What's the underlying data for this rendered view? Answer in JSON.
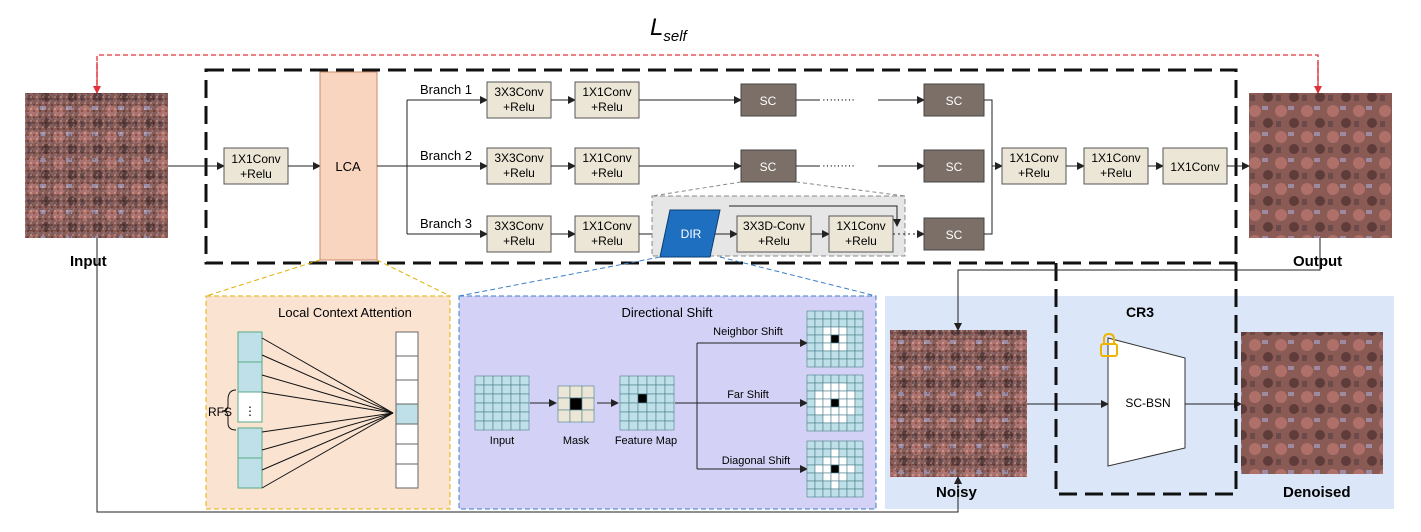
{
  "loss": {
    "main": "L",
    "sub": "self"
  },
  "images": {
    "input": "Input",
    "output": "Output",
    "noisy": "Noisy",
    "denoised": "Denoised"
  },
  "branches": [
    {
      "label": "Branch 1",
      "conv3": [
        "3X3Conv",
        "+Relu"
      ],
      "conv1": [
        "1X1Conv",
        "+Relu"
      ],
      "sc": "SC",
      "sc_end": "SC",
      "dots": "·········"
    },
    {
      "label": "Branch 2",
      "conv3": [
        "3X3Conv",
        "+Relu"
      ],
      "conv1": [
        "1X1Conv",
        "+Relu"
      ],
      "sc": "SC",
      "sc_end": "SC",
      "dots": "·········"
    },
    {
      "label": "Branch 3",
      "conv3": [
        "3X3Conv",
        "+Relu"
      ],
      "conv1": [
        "1X1Conv",
        "+Relu"
      ],
      "sc_end": "SC"
    }
  ],
  "pre_conv": [
    "1X1Conv",
    "+Relu"
  ],
  "lca": "LCA",
  "dir_block": {
    "dir": "DIR",
    "conv3d": [
      "3X3D-Conv",
      "+Relu"
    ],
    "conv1": [
      "1X1Conv",
      "+Relu"
    ]
  },
  "post": [
    [
      "1X1Conv",
      "+Relu"
    ],
    [
      "1X1Conv",
      "+Relu"
    ],
    [
      "1X1Conv"
    ]
  ],
  "lca_panel": {
    "title": "Local Context Attention",
    "rfs": "RFS"
  },
  "shift_panel": {
    "title": "Directional Shift",
    "input": "Input",
    "mask": "Mask",
    "feature_map": "Feature Map",
    "neighbor": "Neighbor Shift",
    "far": "Far Shift",
    "diagonal": "Diagonal Shift"
  },
  "cr3": {
    "title": "CR3",
    "bsn": "SC-BSN"
  },
  "colors": {
    "conv_fill": "#ece6d6",
    "sc_fill": "#7b6f68",
    "lca_fill": "#f9d5c0",
    "lca_panel": "#fbe3d2",
    "shift_panel": "#d3d2f6",
    "cr3_panel": "#dbe6f8",
    "dir_fill": "#1e6fbf",
    "grid_fill": "#bfe0e8",
    "loss_arrow": "#e0323a",
    "lock": "#f0b400"
  }
}
